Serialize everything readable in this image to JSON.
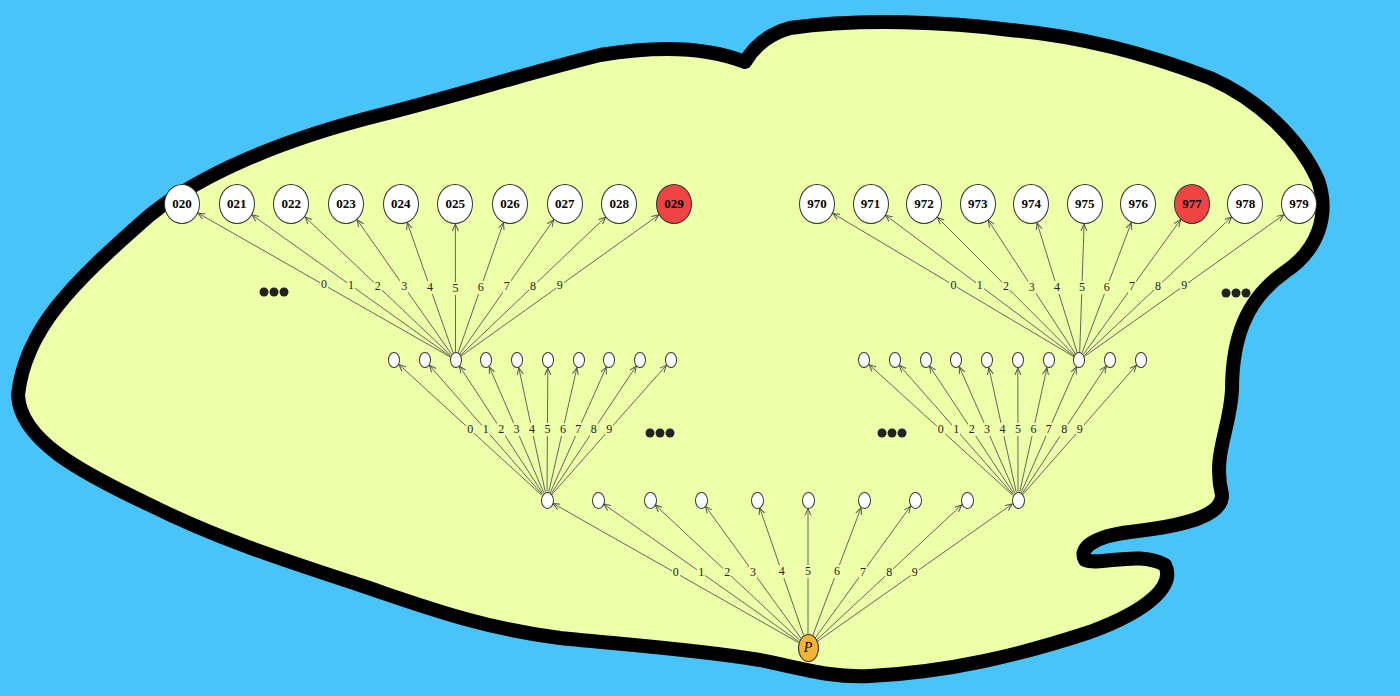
{
  "diagram": {
    "nodes": [
      {
        "text": [
          "020"
        ]
      },
      {
        "text": [
          "021"
        ]
      },
      {
        "text": [
          "022"
        ]
      },
      {
        "text": [
          "023"
        ]
      },
      {
        "text": [
          "024"
        ]
      },
      {
        "text": [
          "025"
        ]
      },
      {
        "text": [
          "026"
        ]
      },
      {
        "text": [
          "027"
        ]
      },
      {
        "text": [
          "028"
        ]
      },
      {
        "text": [
          "029"
        ]
      },
      {
        "text": [
          "970"
        ]
      },
      {
        "text": [
          "971"
        ]
      },
      {
        "text": [
          "972"
        ]
      },
      {
        "text": [
          "973"
        ]
      },
      {
        "text": [
          "974"
        ]
      },
      {
        "text": [
          "975"
        ]
      },
      {
        "text": [
          "976"
        ]
      },
      {
        "text": [
          "977"
        ]
      },
      {
        "text": [
          "978"
        ]
      },
      {
        "text": [
          "979"
        ]
      },
      {
        "text": []
      },
      {
        "text": []
      },
      {
        "text": []
      },
      {
        "text": []
      },
      {
        "text": []
      },
      {
        "text": []
      },
      {
        "text": []
      },
      {
        "text": []
      },
      {
        "text": []
      },
      {
        "text": []
      },
      {
        "text": []
      },
      {
        "text": []
      },
      {
        "text": []
      },
      {
        "text": []
      },
      {
        "text": []
      },
      {
        "text": []
      },
      {
        "text": []
      },
      {
        "text": []
      },
      {
        "text": []
      },
      {
        "text": []
      },
      {
        "text": []
      },
      {
        "text": []
      },
      {
        "text": []
      },
      {
        "text": []
      },
      {
        "text": []
      },
      {
        "text": []
      },
      {
        "text": []
      },
      {
        "text": []
      },
      {
        "text": []
      },
      {
        "text": []
      },
      {
        "text": [
          "P"
        ]
      }
    ],
    "edges": [
      {
        "from": 50,
        "to": 40,
        "arrow": "to",
        "label": "0"
      },
      {
        "from": 50,
        "to": 41,
        "arrow": "to",
        "label": "1"
      },
      {
        "from": 50,
        "to": 42,
        "arrow": "to",
        "label": "2"
      },
      {
        "from": 50,
        "to": 43,
        "arrow": "to",
        "label": "3"
      },
      {
        "from": 50,
        "to": 44,
        "arrow": "to",
        "label": "4"
      },
      {
        "from": 50,
        "to": 45,
        "arrow": "to",
        "label": "5"
      },
      {
        "from": 50,
        "to": 46,
        "arrow": "to",
        "label": "6"
      },
      {
        "from": 50,
        "to": 47,
        "arrow": "to",
        "label": "7"
      },
      {
        "from": 50,
        "to": 48,
        "arrow": "to",
        "label": "8"
      },
      {
        "from": 50,
        "to": 49,
        "arrow": "to",
        "label": "9"
      },
      {
        "from": 40,
        "to": 20,
        "arrow": "to",
        "label": "0"
      },
      {
        "from": 40,
        "to": 21,
        "arrow": "to",
        "label": "1"
      },
      {
        "from": 40,
        "to": 22,
        "arrow": "to",
        "label": "2"
      },
      {
        "from": 40,
        "to": 23,
        "arrow": "to",
        "label": "3"
      },
      {
        "from": 40,
        "to": 24,
        "arrow": "to",
        "label": "4"
      },
      {
        "from": 40,
        "to": 25,
        "arrow": "to",
        "label": "5"
      },
      {
        "from": 40,
        "to": 26,
        "arrow": "to",
        "label": "6"
      },
      {
        "from": 40,
        "to": 27,
        "arrow": "to",
        "label": "7"
      },
      {
        "from": 40,
        "to": 28,
        "arrow": "to",
        "label": "8"
      },
      {
        "from": 40,
        "to": 29,
        "arrow": "to",
        "label": "9"
      },
      {
        "from": 49,
        "to": 30,
        "arrow": "to",
        "label": "0"
      },
      {
        "from": 49,
        "to": 31,
        "arrow": "to",
        "label": "1"
      },
      {
        "from": 49,
        "to": 32,
        "arrow": "to",
        "label": "2"
      },
      {
        "from": 49,
        "to": 33,
        "arrow": "to",
        "label": "3"
      },
      {
        "from": 49,
        "to": 34,
        "arrow": "to",
        "label": "4"
      },
      {
        "from": 49,
        "to": 35,
        "arrow": "to",
        "label": "5"
      },
      {
        "from": 49,
        "to": 36,
        "arrow": "to",
        "label": "6"
      },
      {
        "from": 49,
        "to": 37,
        "arrow": "to",
        "label": "7"
      },
      {
        "from": 49,
        "to": 38,
        "arrow": "to",
        "label": "8"
      },
      {
        "from": 49,
        "to": 39,
        "arrow": "to",
        "label": "9"
      },
      {
        "from": 22,
        "to": 0,
        "arrow": "to",
        "label": "0"
      },
      {
        "from": 22,
        "to": 1,
        "arrow": "to",
        "label": "1"
      },
      {
        "from": 22,
        "to": 2,
        "arrow": "to",
        "label": "2"
      },
      {
        "from": 22,
        "to": 3,
        "arrow": "to",
        "label": "3"
      },
      {
        "from": 22,
        "to": 4,
        "arrow": "to",
        "label": "4"
      },
      {
        "from": 22,
        "to": 5,
        "arrow": "to",
        "label": "5"
      },
      {
        "from": 22,
        "to": 6,
        "arrow": "to",
        "label": "6"
      },
      {
        "from": 22,
        "to": 7,
        "arrow": "to",
        "label": "7"
      },
      {
        "from": 22,
        "to": 8,
        "arrow": "to",
        "label": "8"
      },
      {
        "from": 22,
        "to": 9,
        "arrow": "to",
        "label": "9"
      },
      {
        "from": 37,
        "to": 10,
        "arrow": "to",
        "label": "0"
      },
      {
        "from": 37,
        "to": 11,
        "arrow": "to",
        "label": "1"
      },
      {
        "from": 37,
        "to": 12,
        "arrow": "to",
        "label": "2"
      },
      {
        "from": 37,
        "to": 13,
        "arrow": "to",
        "label": "3"
      },
      {
        "from": 37,
        "to": 14,
        "arrow": "to",
        "label": "4"
      },
      {
        "from": 37,
        "to": 15,
        "arrow": "to",
        "label": "5"
      },
      {
        "from": 37,
        "to": 16,
        "arrow": "to",
        "label": "6"
      },
      {
        "from": 37,
        "to": 17,
        "arrow": "to",
        "label": "7"
      },
      {
        "from": 37,
        "to": 18,
        "arrow": "to",
        "label": "8"
      },
      {
        "from": 37,
        "to": 19,
        "arrow": "to",
        "label": "9"
      }
    ]
  }
}
